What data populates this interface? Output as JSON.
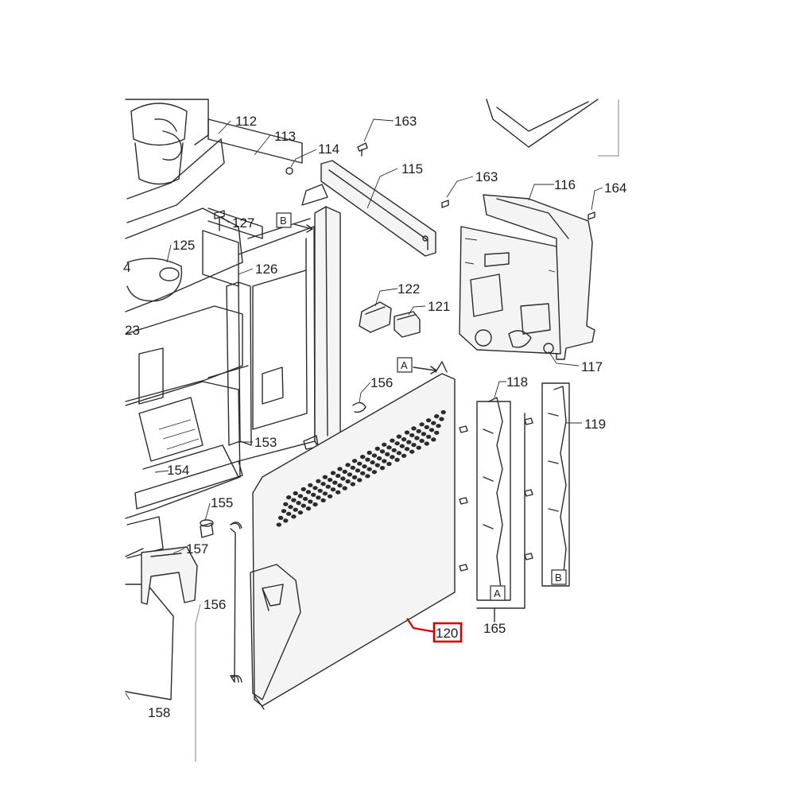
{
  "callouts": {
    "c112": "112",
    "c113": "113",
    "c114": "114",
    "c115": "115",
    "c116": "116",
    "c117": "117",
    "c118": "118",
    "c119": "119",
    "c120": "120",
    "c121": "121",
    "c122": "122",
    "c123": "23",
    "c124": "4",
    "c125": "125",
    "c126": "126",
    "c127": "127",
    "c153": "153",
    "c154": "154",
    "c155": "155",
    "c156a": "156",
    "c156b": "156",
    "c157": "157",
    "c158": "158",
    "c163a": "163",
    "c163b": "163",
    "c164": "164",
    "c165": "165"
  },
  "markers": {
    "a1": "A",
    "a2": "A",
    "b1": "B",
    "b2": "B"
  },
  "highlight": {
    "part": "120",
    "color": "#d40000"
  }
}
